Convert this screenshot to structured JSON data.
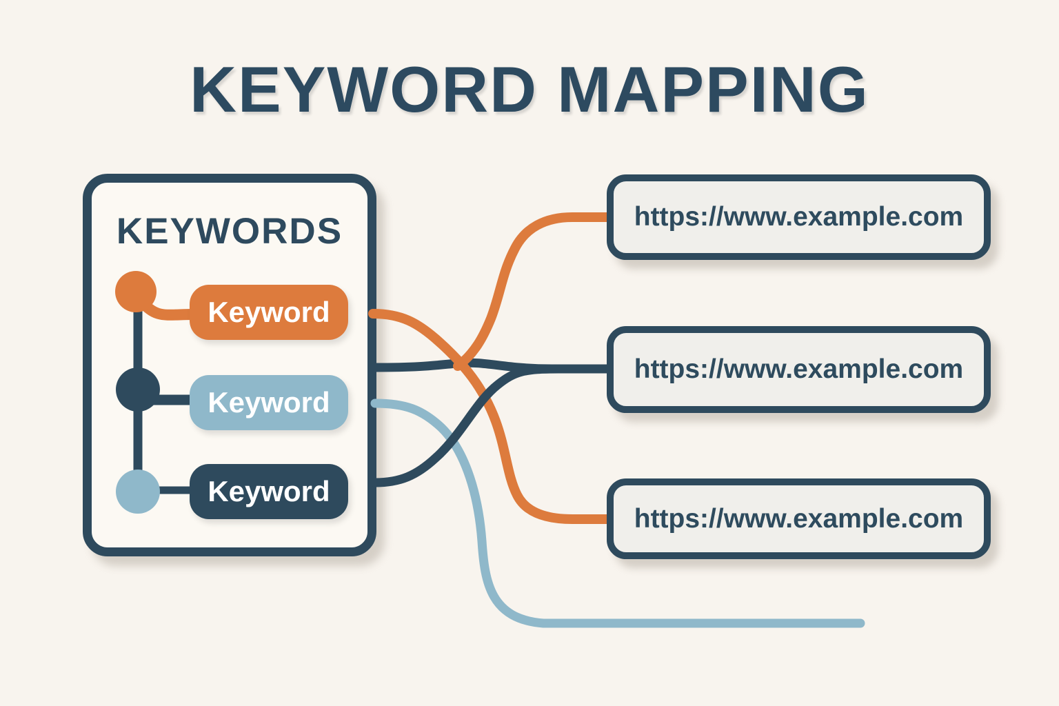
{
  "title": "KEYWORD MAPPING",
  "panel": {
    "heading": "KEYWORDS",
    "keywords": [
      {
        "label": "Keyword",
        "color": "#dd7b3d",
        "bullet_color": "#dd7b3d"
      },
      {
        "label": "Keyword",
        "color": "#8fb8ca",
        "bullet_color": "#2e4a5d"
      },
      {
        "label": "Keyword",
        "color": "#2e4a5d",
        "bullet_color": "#8fb8ca"
      }
    ]
  },
  "url_boxes": [
    {
      "label": "https://www.example.com"
    },
    {
      "label": "https://www.example.com"
    },
    {
      "label": "https://www.example.com"
    }
  ],
  "connections": [
    {
      "from": "keyword-1",
      "to": "url-box-1",
      "color": "#dd7b3d"
    },
    {
      "from": "keyword-1",
      "to": "url-box-3",
      "color": "#dd7b3d"
    },
    {
      "from": "keyword-3",
      "to": "url-box-2",
      "color": "#2e4a5d"
    },
    {
      "from": "keyword-2",
      "to": "offscreen-bottom-right",
      "color": "#8fb8ca"
    }
  ],
  "colors": {
    "background": "#f8f4ee",
    "navy": "#2e4a5d",
    "orange": "#dd7b3d",
    "light_blue": "#8fb8ca",
    "panel_fill": "#fcf9f3",
    "url_box_fill": "#f0efeb",
    "title_text": "#2d4a60"
  }
}
